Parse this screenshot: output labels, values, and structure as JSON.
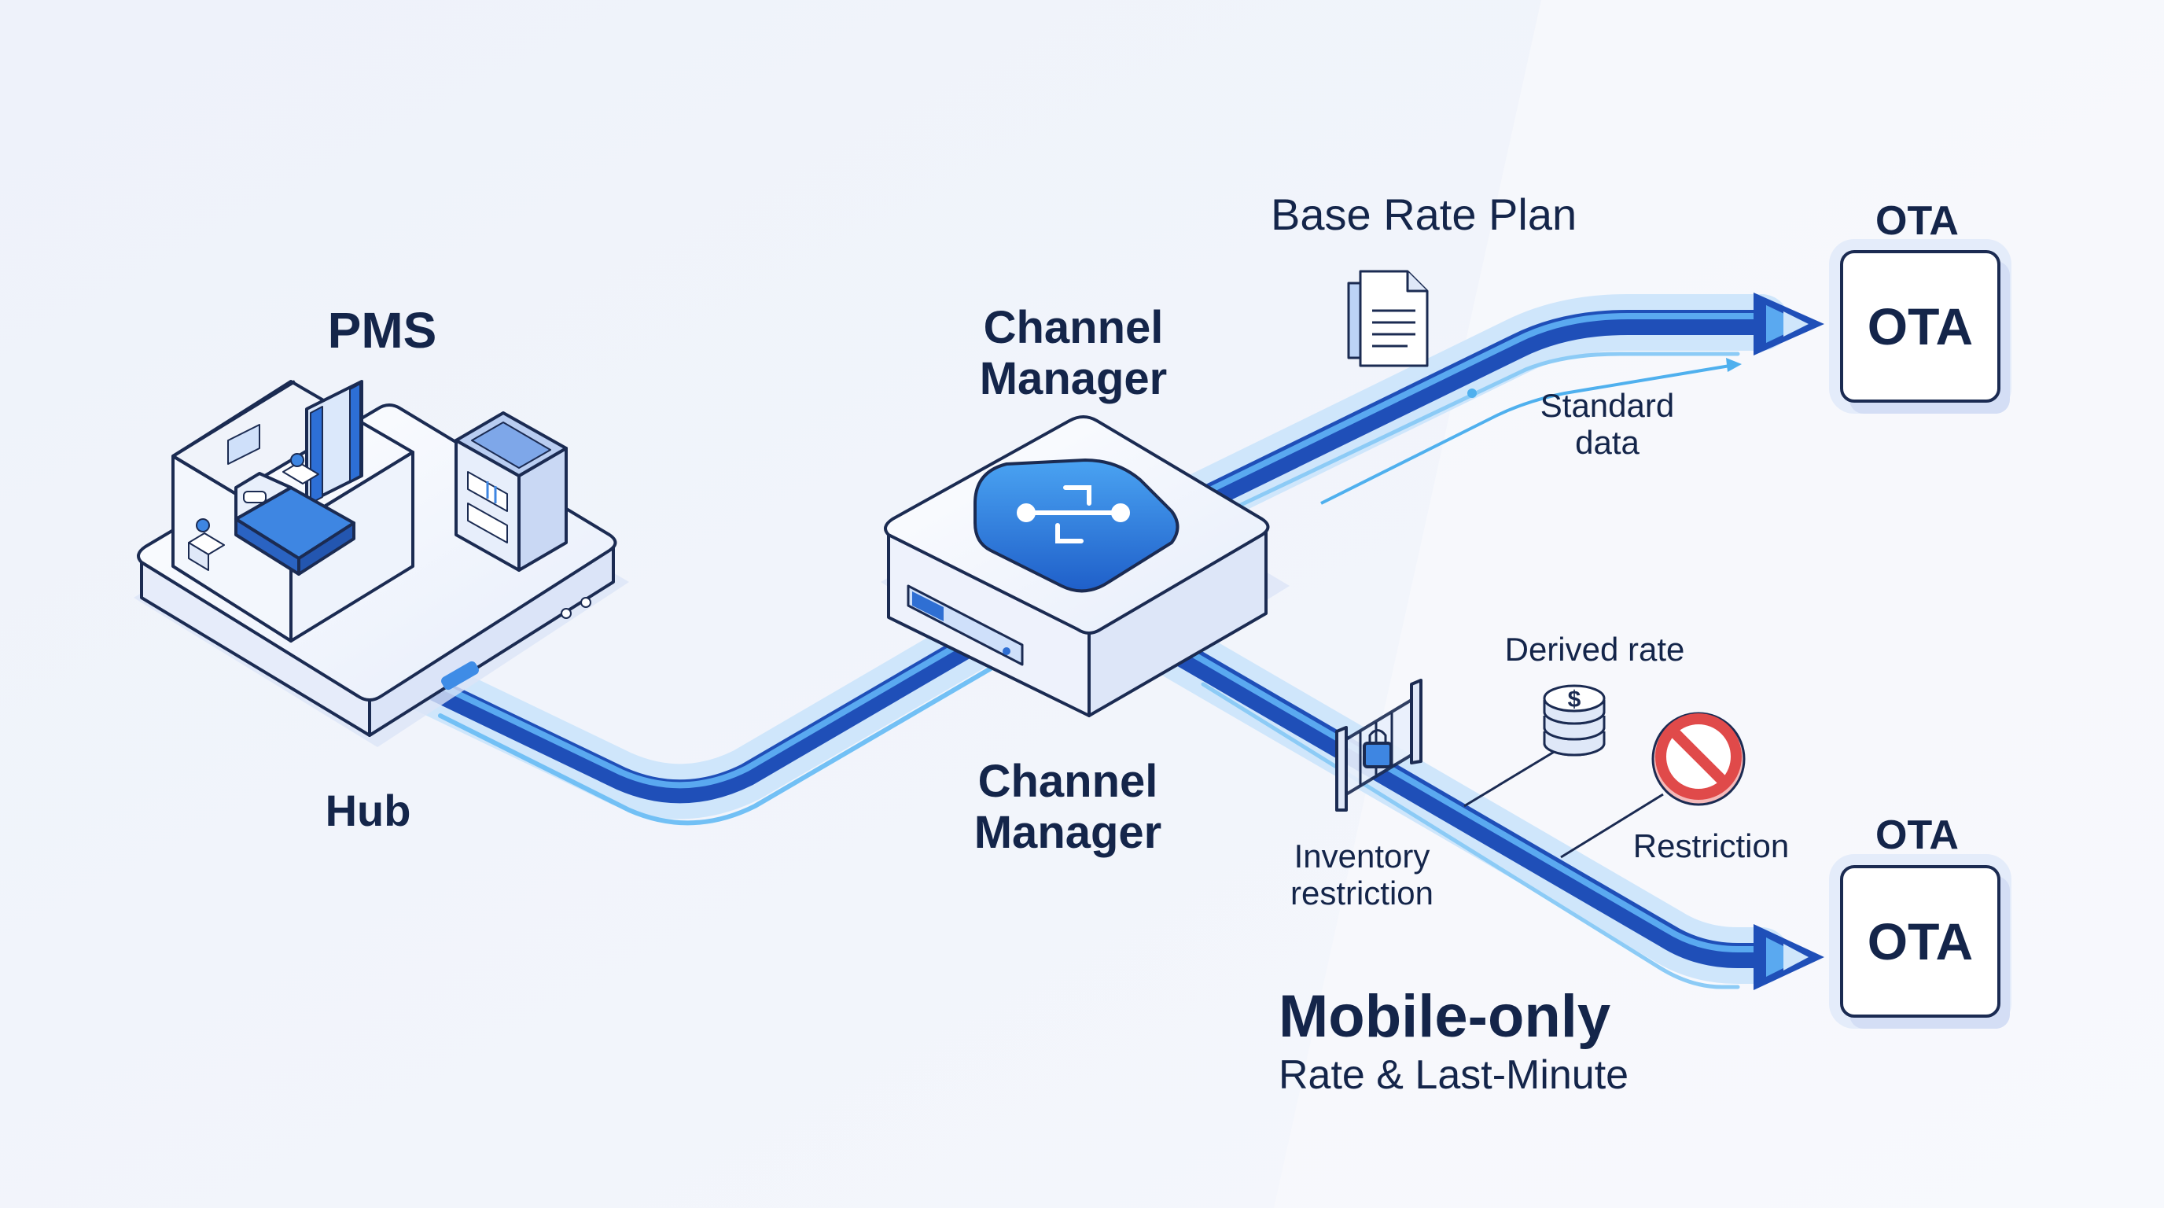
{
  "diagram": {
    "pms_title": "PMS",
    "hub_label": "Hub",
    "channel_manager_top": [
      "Channel",
      "Manager"
    ],
    "channel_manager_bottom": [
      "Channel",
      "Manager"
    ],
    "base_rate_plan": "Base Rate Plan",
    "standard_data": [
      "Standard",
      "data"
    ],
    "derived_rate": "Derived rate",
    "restriction": "Restriction",
    "inventory_restriction": [
      "Inventory",
      "restriction"
    ],
    "mobile_only_title": "Mobile-only",
    "mobile_only_subtitle": "Rate & Last-Minute",
    "ota_top_caption": "OTA",
    "ota_top_box": "OTA",
    "ota_bottom_caption": "OTA",
    "ota_bottom_box": "OTA"
  },
  "icons": {
    "hub": "hotel-room-server-hub-icon",
    "channel_manager": "bidirectional-arrow-router-icon",
    "document": "document-icon",
    "coins": "coin-stack-dollar-icon",
    "prohibited": "no-entry-icon",
    "gate": "locked-gate-icon"
  },
  "colors": {
    "background": "#f1f4fb",
    "pipe_dark": "#1f4fb8",
    "pipe_light": "#5aa9f0",
    "glow": "#b9ddfa",
    "text": "#14254a",
    "restriction_red": "#e04a4a"
  }
}
